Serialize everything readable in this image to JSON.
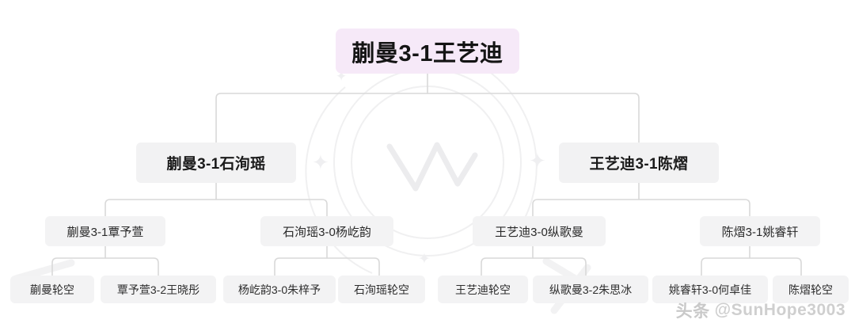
{
  "bracket": {
    "title": "蒯曼3-1王艺迪",
    "champion": {
      "label": "蒯曼3-1王艺迪",
      "bg_color": "#f6e9f8"
    },
    "semifinals": [
      {
        "label": "蒯曼3-1石洵瑶"
      },
      {
        "label": "王艺迪3-1陈熠"
      }
    ],
    "quarterfinals": [
      {
        "label": "蒯曼3-1覃予萱"
      },
      {
        "label": "石洵瑶3-0杨屹韵"
      },
      {
        "label": "王艺迪3-0纵歌曼"
      },
      {
        "label": "陈熠3-1姚睿轩"
      }
    ],
    "round_of_16": [
      {
        "label": "蒯曼轮空"
      },
      {
        "label": "覃予萱3-2王晓彤"
      },
      {
        "label": "杨屹韵3-0朱梓予"
      },
      {
        "label": "石洵瑶轮空"
      },
      {
        "label": "王艺迪轮空"
      },
      {
        "label": "纵歌曼3-2朱思冰"
      },
      {
        "label": "姚睿轩3-0何卓佳"
      },
      {
        "label": "陈熠轮空"
      }
    ],
    "connector_color": "#d9d9d9",
    "node_bg_color": "#f2f2f3"
  },
  "watermark": {
    "brand": "头条",
    "handle": "@SunHope3003"
  },
  "decor": {
    "sparkle_glyph": "✦",
    "logo_letter": "W"
  }
}
